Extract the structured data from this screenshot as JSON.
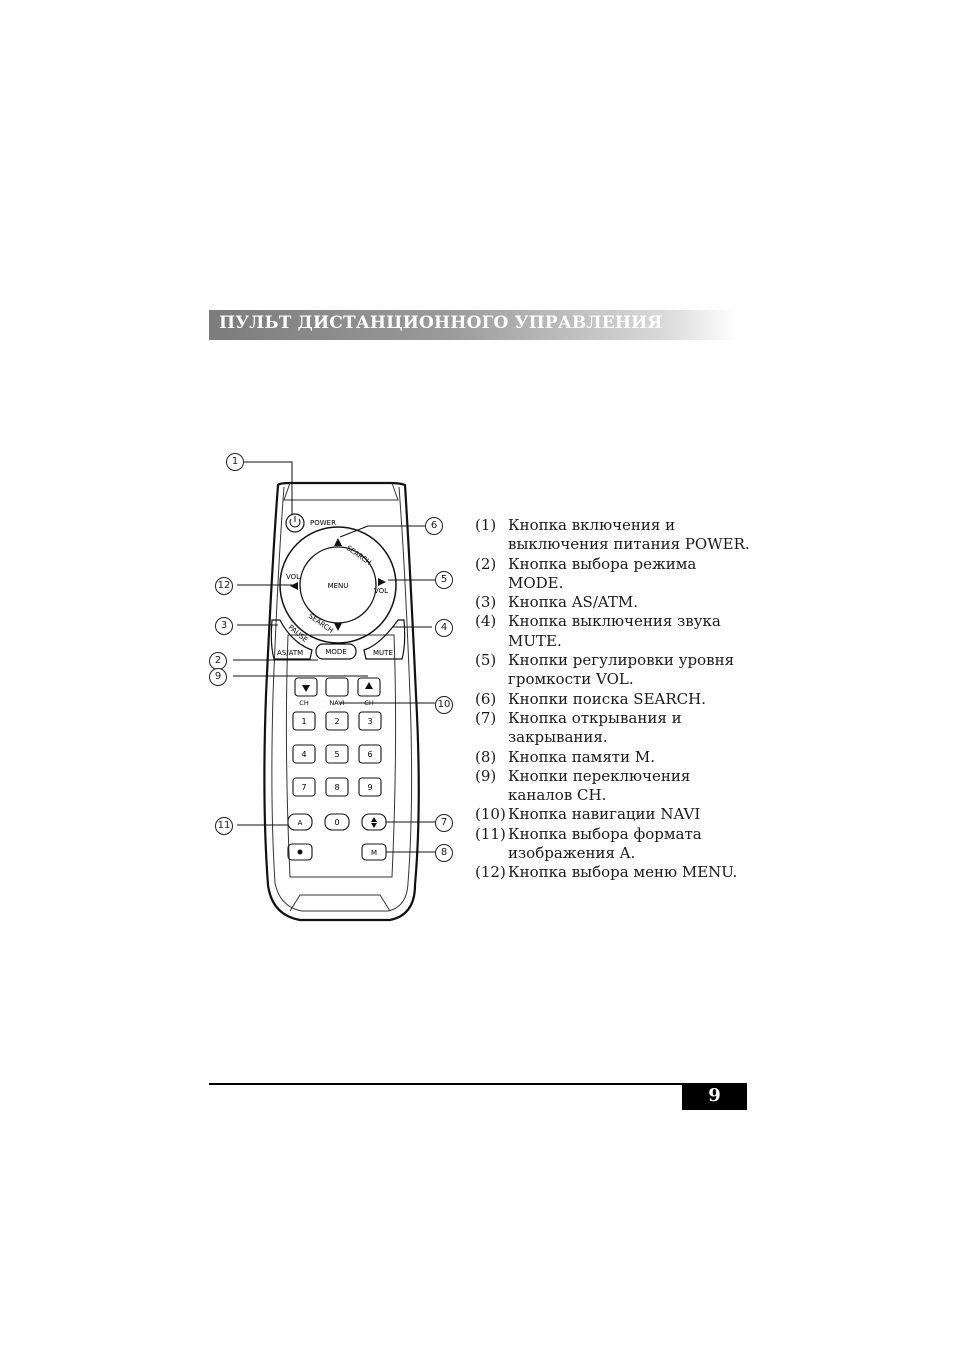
{
  "header": {
    "title": "ПУЛЬТ ДИСТАНЦИОННОГО УПРАВЛЕНИЯ"
  },
  "remote": {
    "labels": {
      "power": "POWER",
      "search_top": "SEARCH",
      "search_bottom": "SEARCH",
      "vol_left": "VOL",
      "vol_right": "VOL",
      "menu": "MENU",
      "pause": "PAUSE",
      "as_atm": "AS/ATM",
      "mode": "MODE",
      "mute": "MUTE",
      "ch_left": "CH",
      "navi": "NAVI",
      "ch_right": "CH",
      "a": "A",
      "m": "M"
    },
    "keypad": [
      "1",
      "2",
      "3",
      "4",
      "5",
      "6",
      "7",
      "8",
      "9",
      "0"
    ],
    "callouts": [
      "1",
      "2",
      "3",
      "4",
      "5",
      "6",
      "7",
      "8",
      "9",
      "10",
      "11",
      "12"
    ]
  },
  "legend": [
    {
      "num": "(1)",
      "text": "Кнопка включения и выключения питания POWER."
    },
    {
      "num": "(2)",
      "text": "Кнопка выбора режима MODE."
    },
    {
      "num": "(3)",
      "text": "Кнопка AS/ATM."
    },
    {
      "num": "(4)",
      "text": "Кнопка выключения звука MUTE."
    },
    {
      "num": "(5)",
      "text": "Кнопки регулировки уровня громкости VOL."
    },
    {
      "num": "(6)",
      "text": "Кнопки поиска SEARCH."
    },
    {
      "num": "(7)",
      "text": "Кнопка открывания и закрывания."
    },
    {
      "num": "(8)",
      "text": "Кнопка памяти M."
    },
    {
      "num": "(9)",
      "text": "Кнопки переключения каналов CH."
    },
    {
      "num": "(10)",
      "text": "Кнопка навигации NAVI"
    },
    {
      "num": "(11)",
      "text": "Кнопка выбора формата изображения A."
    },
    {
      "num": "(12)",
      "text": "Кнопка выбора меню MENU."
    }
  ],
  "footer": {
    "page_number": "9"
  }
}
